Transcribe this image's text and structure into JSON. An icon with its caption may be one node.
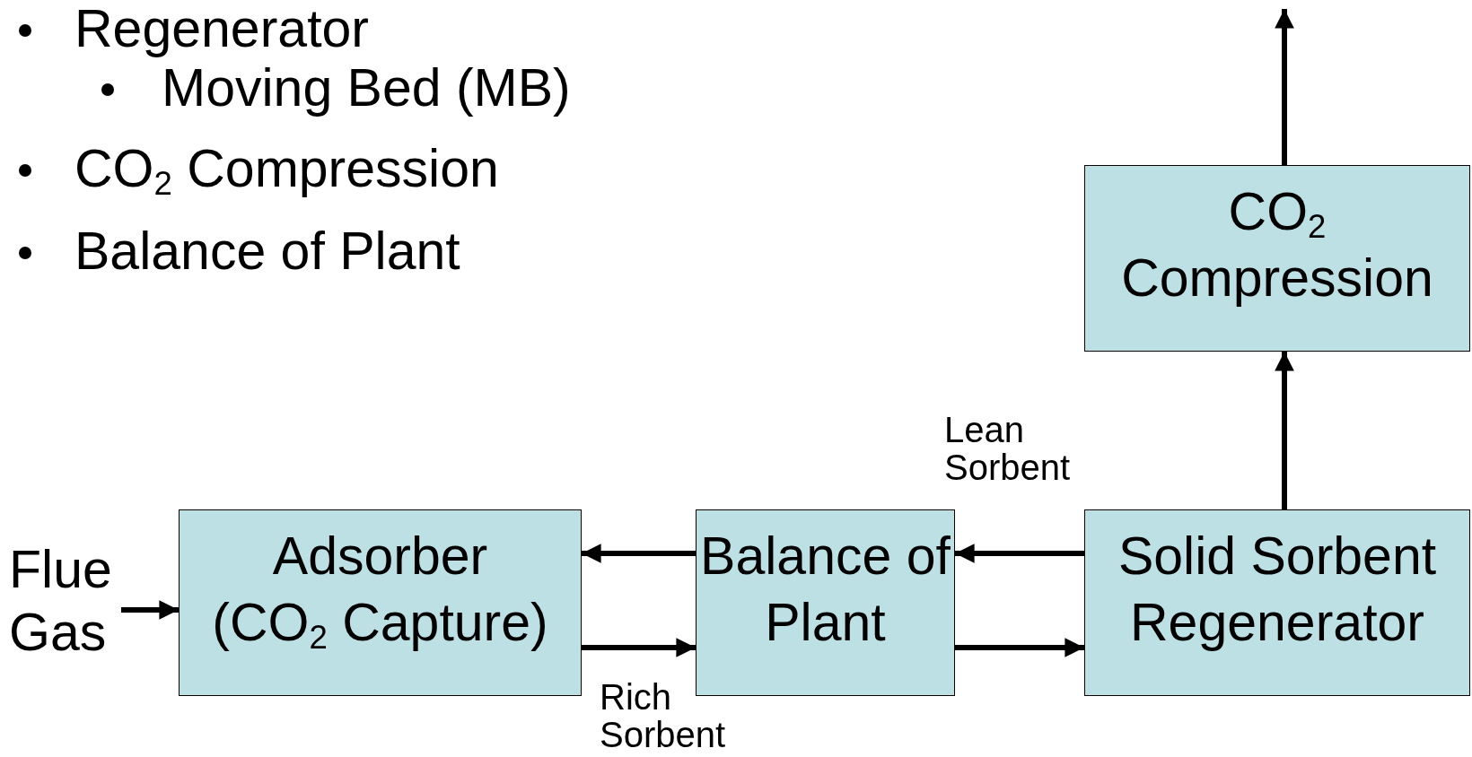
{
  "diagram": {
    "nodes": [
      {
        "text": [
          "Flue Gas"
        ]
      },
      {
        "text": [
          "Adsorber",
          "(CO$_{2}$ Capture)"
        ]
      },
      {
        "text": [
          "Balance of Plant"
        ]
      },
      {
        "text": [
          "Solid Sorbent Regenerator"
        ]
      },
      {
        "text": [
          "CO$_{2}$ Compression"
        ]
      }
    ],
    "edges": [
      {
        "from": 0,
        "to": 1,
        "arrow": "to"
      },
      {
        "from": 2,
        "to": 1,
        "arrow": "to"
      },
      {
        "from": 1,
        "to": 2,
        "arrow": "to",
        "label": "Rich Sorbent"
      },
      {
        "from": 3,
        "to": 2,
        "arrow": "to",
        "label": "Lean Sorbent"
      },
      {
        "from": 2,
        "to": 3,
        "arrow": "to"
      },
      {
        "from": 3,
        "to": 4,
        "arrow": "to"
      },
      {
        "from": 4,
        "to": null,
        "arrow": "to"
      }
    ],
    "labels": [
      "Regenerator",
      "Moving Bed (MB)",
      "CO$_{2}$ Compression",
      "Balance of Plant"
    ]
  }
}
